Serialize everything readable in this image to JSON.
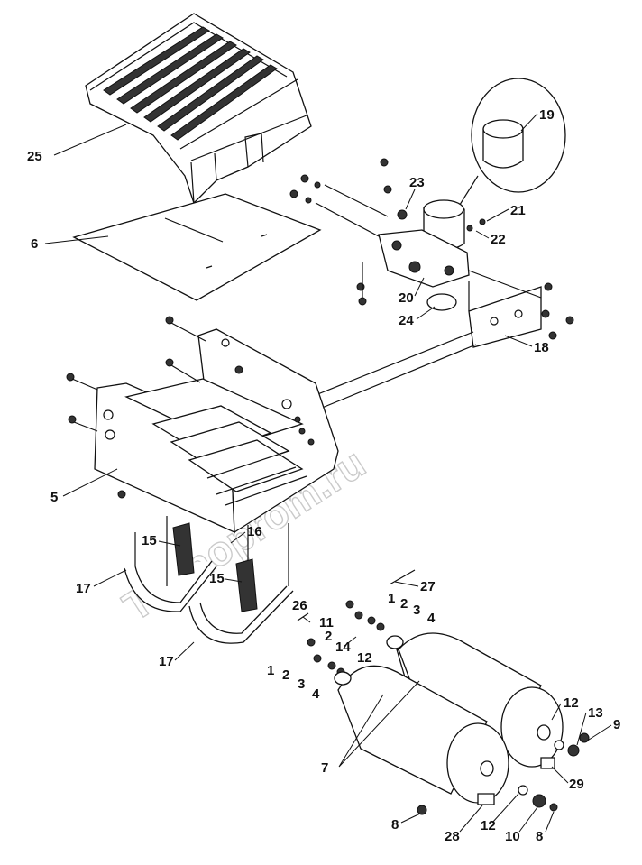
{
  "diagram": {
    "parts": {
      "p1a": "1",
      "p1b": "1",
      "p2a": "2",
      "p2b": "2",
      "p2c": "2",
      "p3a": "3",
      "p3b": "3",
      "p4a": "4",
      "p4b": "4",
      "p5": "5",
      "p6": "6",
      "p7": "7",
      "p8a": "8",
      "p8b": "8",
      "p9": "9",
      "p10": "10",
      "p11": "11",
      "p12a": "12",
      "p12b": "12",
      "p12c": "12",
      "p13": "13",
      "p14": "14",
      "p15a": "15",
      "p15b": "15",
      "p16": "16",
      "p17a": "17",
      "p17b": "17",
      "p18": "18",
      "p19": "19",
      "p20": "20",
      "p21": "21",
      "p22": "22",
      "p23": "23",
      "p24": "24",
      "p25": "25",
      "p26": "26",
      "p27": "27",
      "p28": "28",
      "p29": "29"
    },
    "watermark": "Tehnoprom.ru"
  }
}
